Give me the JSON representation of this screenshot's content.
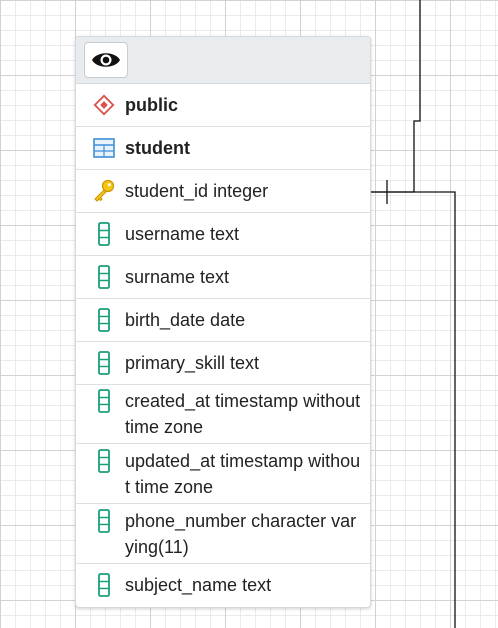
{
  "node": {
    "schema": {
      "label": "public",
      "icon": "schema-icon"
    },
    "table": {
      "label": "student",
      "icon": "table-icon"
    },
    "toolbar": {
      "view_button_icon": "eye-icon"
    },
    "columns": [
      {
        "label": "student_id integer",
        "icon": "primary-key-icon"
      },
      {
        "label": "username text",
        "icon": "column-icon"
      },
      {
        "label": "surname text",
        "icon": "column-icon"
      },
      {
        "label": "birth_date date",
        "icon": "column-icon"
      },
      {
        "label": "primary_skill text",
        "icon": "column-icon"
      },
      {
        "label": "created_at timestamp without time zone",
        "icon": "column-icon"
      },
      {
        "label": "updated_at timestamp without time zone",
        "icon": "column-icon"
      },
      {
        "label": "phone_number character varying(11)",
        "icon": "column-icon"
      },
      {
        "label": "subject_name text",
        "icon": "column-icon"
      }
    ]
  },
  "colors": {
    "schema_icon": "#d9534f",
    "table_icon": "#3d8fd6",
    "key_icon": "#e0a800",
    "column_icon": "#1a9f7a",
    "link_line": "#111111"
  }
}
